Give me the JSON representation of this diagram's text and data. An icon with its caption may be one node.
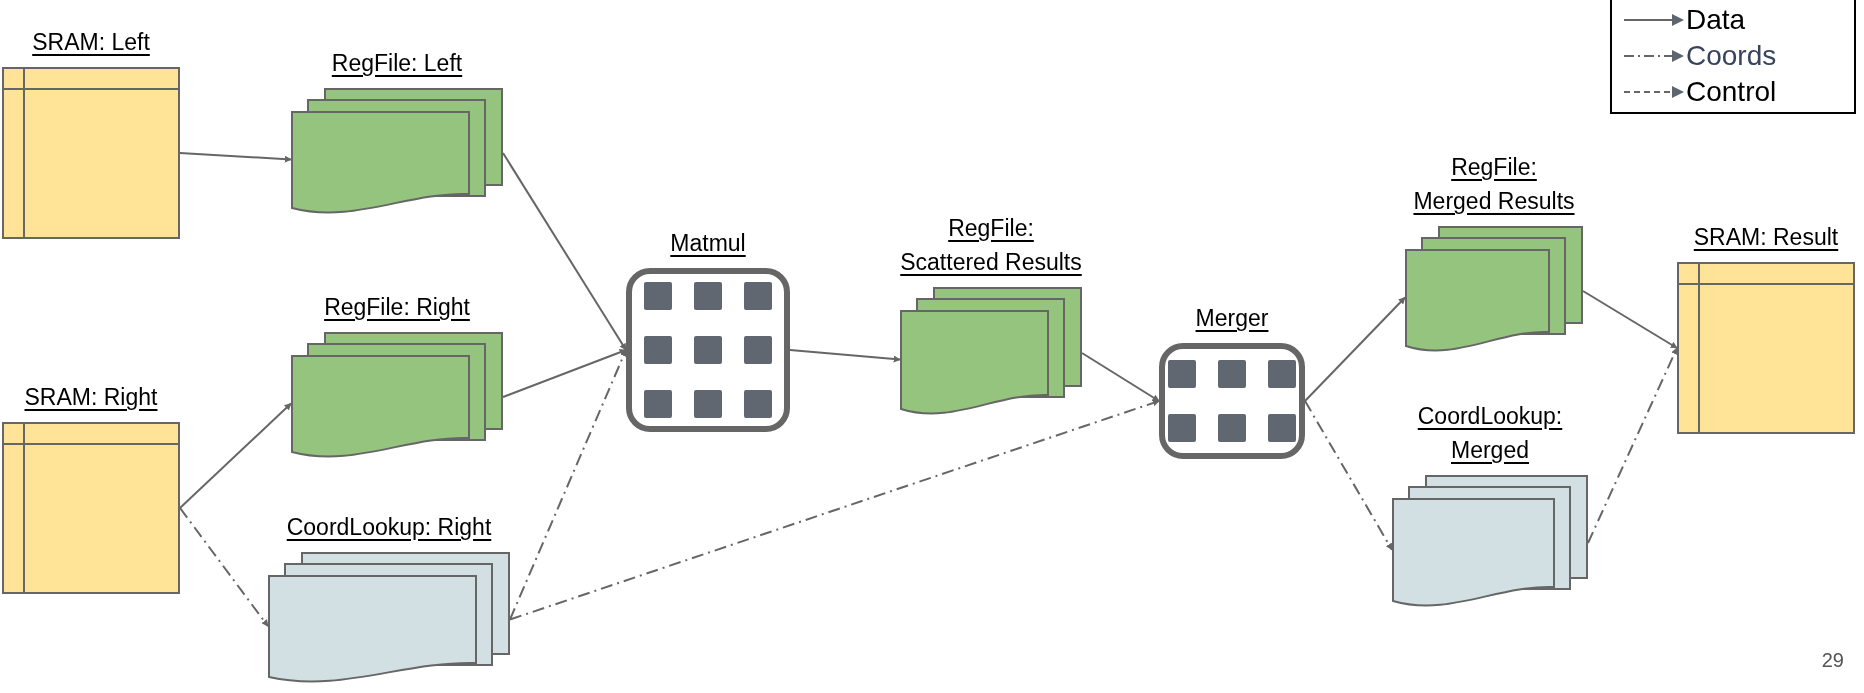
{
  "diagram": {
    "nodes": [
      {
        "text": [
          "SRAM: Left"
        ]
      },
      {
        "text": [
          "RegFile: Left"
        ]
      },
      {
        "text": [
          "RegFile: Right"
        ]
      },
      {
        "text": [
          "SRAM: Right"
        ]
      },
      {
        "text": [
          "CoordLookup: Right"
        ]
      },
      {
        "text": [
          "Matmul"
        ]
      },
      {
        "text": [
          "RegFile: Scattered Results"
        ]
      },
      {
        "text": [
          "Merger"
        ]
      },
      {
        "text": [
          "RegFile: Merged Results"
        ]
      },
      {
        "text": [
          "CoordLookup: Merged"
        ]
      },
      {
        "text": [
          "SRAM: Result"
        ]
      }
    ],
    "edges": [
      {
        "from": 0,
        "to": 1,
        "arrow": "to"
      },
      {
        "from": 1,
        "to": 5,
        "arrow": "to"
      },
      {
        "from": 2,
        "to": 5,
        "arrow": "to"
      },
      {
        "from": 3,
        "to": 2,
        "arrow": "to"
      },
      {
        "from": 3,
        "to": 4,
        "arrow": "to",
        "style": "dashed"
      },
      {
        "from": 4,
        "to": 5,
        "arrow": "to",
        "style": "dashed"
      },
      {
        "from": 4,
        "to": 7,
        "arrow": "to",
        "style": "dashed"
      },
      {
        "from": 5,
        "to": 6,
        "arrow": "to"
      },
      {
        "from": 6,
        "to": 7,
        "arrow": "to"
      },
      {
        "from": 7,
        "to": 8,
        "arrow": "to"
      },
      {
        "from": 7,
        "to": 9,
        "arrow": "to",
        "style": "dashed"
      },
      {
        "from": 8,
        "to": 10,
        "arrow": "to"
      },
      {
        "from": 9,
        "to": 10,
        "arrow": "to",
        "style": "dashed"
      }
    ],
    "labels": [
      "29"
    ],
    "legend": [
      {
        "text": "Data"
      },
      {
        "text": "Coords"
      },
      {
        "text": "Control"
      }
    ]
  }
}
